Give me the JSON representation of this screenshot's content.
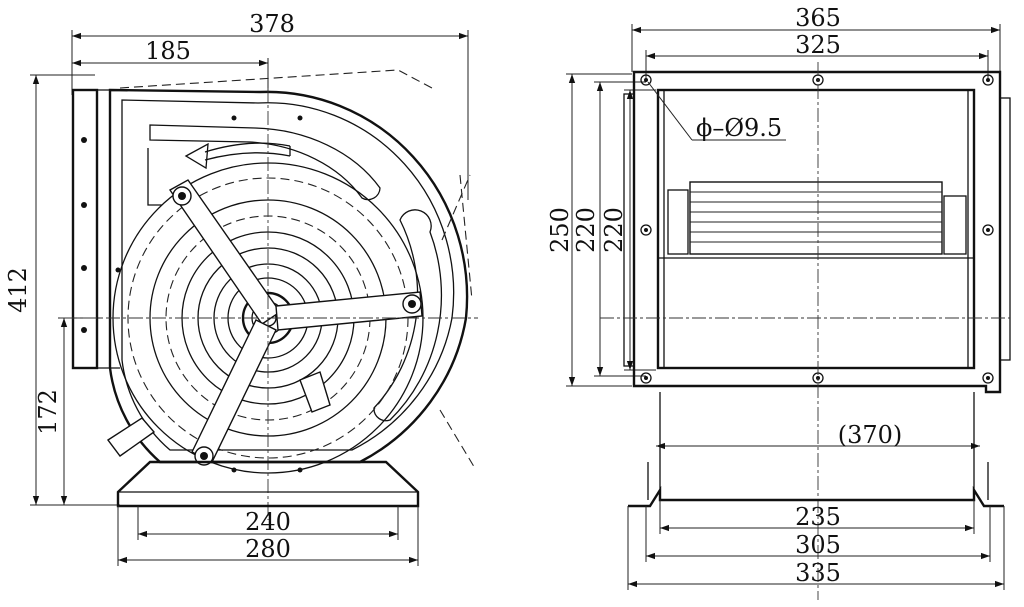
{
  "side_view": {
    "dims": {
      "overall_width": "378",
      "center_offset": "185",
      "overall_height": "412",
      "shaft_height": "172",
      "base_inner": "240",
      "base_outer": "280"
    }
  },
  "front_view": {
    "dims": {
      "flange_width": "365",
      "opening_width": "325",
      "hole_dia": "ϕ–Ø9.5",
      "height_250": "250",
      "height_220_a": "220",
      "height_220_b": "220",
      "depth": "(370)",
      "foot_235": "235",
      "foot_305": "305",
      "foot_335": "335"
    }
  },
  "icons": {
    "rotation_arrow": "rotation-arrow-icon"
  }
}
